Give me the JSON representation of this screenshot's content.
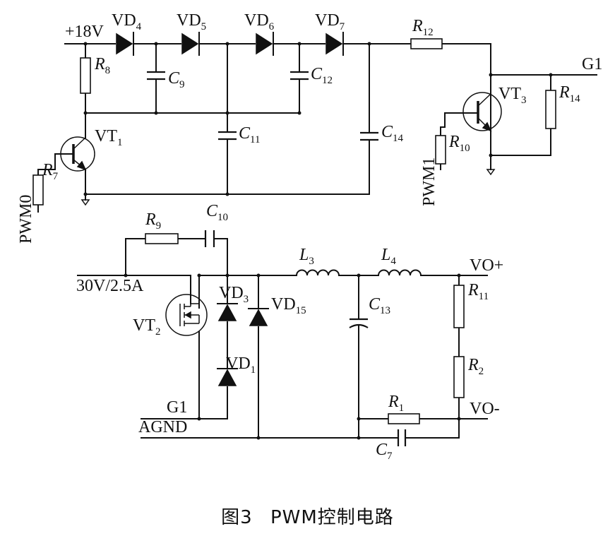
{
  "caption": {
    "figure": "图3",
    "title": "PWM控制电路"
  },
  "components": {
    "VD4": {
      "p": "VD",
      "s": "4"
    },
    "VD5": {
      "p": "VD",
      "s": "5"
    },
    "VD6": {
      "p": "VD",
      "s": "6"
    },
    "VD7": {
      "p": "VD",
      "s": "7"
    },
    "R12": {
      "p": "R",
      "s": "12"
    },
    "R8": {
      "p": "R",
      "s": "8"
    },
    "C9": {
      "p": "C",
      "s": "9"
    },
    "C12": {
      "p": "C",
      "s": "12"
    },
    "C11": {
      "p": "C",
      "s": "11"
    },
    "C14": {
      "p": "C",
      "s": "14"
    },
    "VT1": {
      "p": "VT",
      "s": "1"
    },
    "R7": {
      "p": "R",
      "s": "7"
    },
    "VT3": {
      "p": "VT",
      "s": "3"
    },
    "R14": {
      "p": "R",
      "s": "14"
    },
    "R10": {
      "p": "R",
      "s": "10"
    },
    "R9": {
      "p": "R",
      "s": "9"
    },
    "C10": {
      "p": "C",
      "s": "10"
    },
    "L3": {
      "p": "L",
      "s": "3"
    },
    "L4": {
      "p": "L",
      "s": "4"
    },
    "VD3": {
      "p": "VD",
      "s": "3"
    },
    "VD15": {
      "p": "VD",
      "s": "15"
    },
    "VD1": {
      "p": "VD",
      "s": "1"
    },
    "C13": {
      "p": "C",
      "s": "13"
    },
    "R11": {
      "p": "R",
      "s": "11"
    },
    "R2": {
      "p": "R",
      "s": "2"
    },
    "R1": {
      "p": "R",
      "s": "1"
    },
    "C7": {
      "p": "C",
      "s": "7"
    },
    "VT2": {
      "p": "VT",
      "s": "2"
    }
  },
  "nets": {
    "v18": "+18V",
    "g1_top": "G1",
    "pwm0": "PWM0",
    "pwm1": "PWM1",
    "v30": "30V/2.5A",
    "vo_plus": "VO+",
    "vo_minus": "VO-",
    "g1_bottom": "G1",
    "agnd": "AGND"
  }
}
